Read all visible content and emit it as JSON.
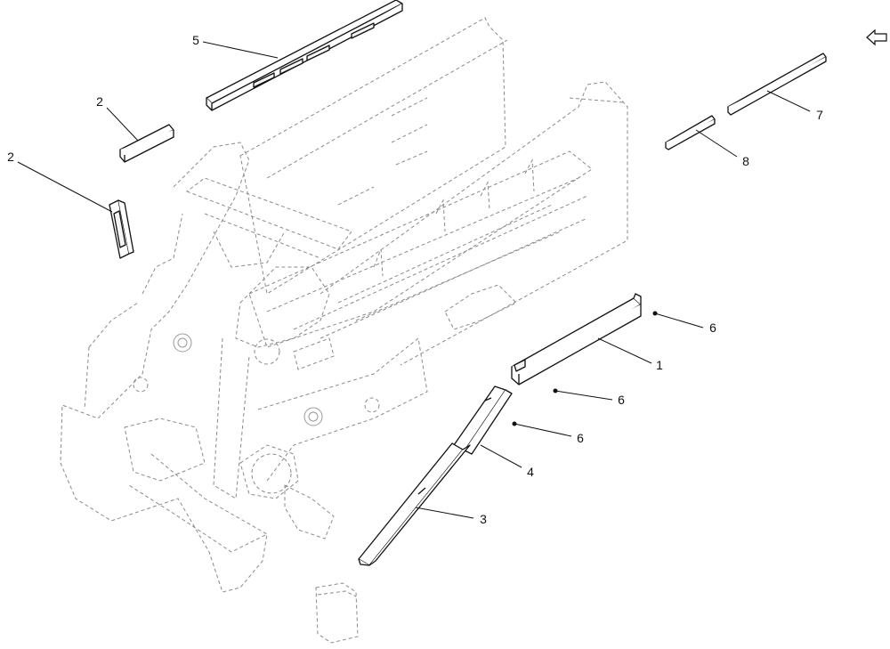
{
  "diagram": {
    "callouts": [
      {
        "id": "c5",
        "label": "5"
      },
      {
        "id": "c2a",
        "label": "2"
      },
      {
        "id": "c2b",
        "label": "2"
      },
      {
        "id": "c7",
        "label": "7"
      },
      {
        "id": "c8",
        "label": "8"
      },
      {
        "id": "c6a",
        "label": "6"
      },
      {
        "id": "c1",
        "label": "1"
      },
      {
        "id": "c6b",
        "label": "6"
      },
      {
        "id": "c6c",
        "label": "6"
      },
      {
        "id": "c4",
        "label": "4"
      },
      {
        "id": "c3",
        "label": "3"
      }
    ],
    "nav_icon": "arrow-left-icon",
    "colors": {
      "line": "#111111",
      "ghost": "#8a8a8a",
      "background": "#ffffff"
    }
  }
}
